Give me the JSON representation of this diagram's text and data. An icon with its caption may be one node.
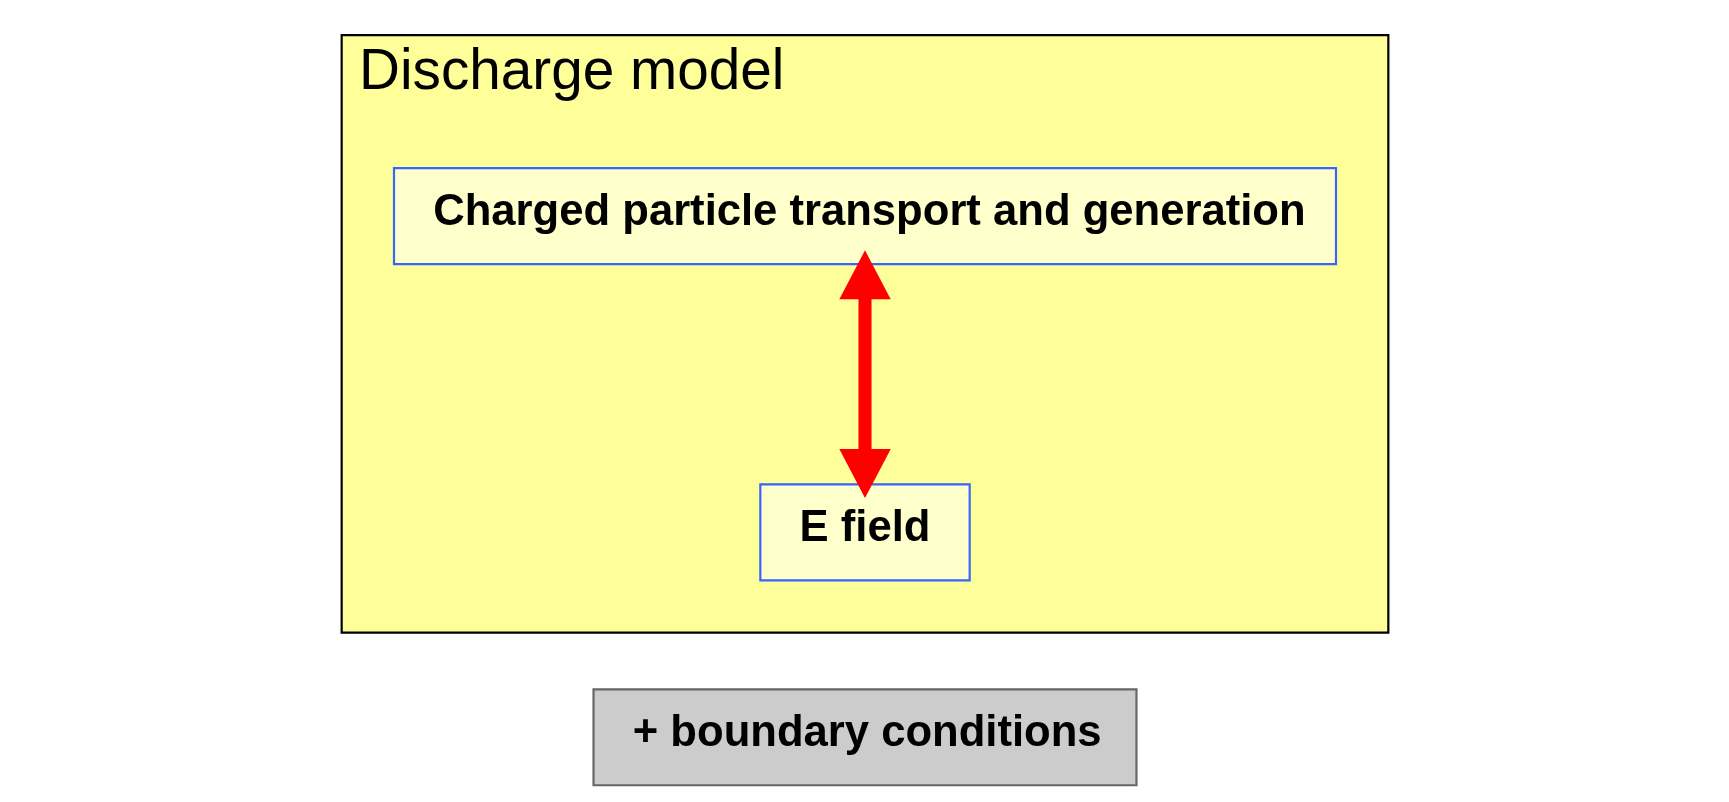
{
  "diagram": {
    "nodes": [
      {
        "text": [
          "Discharge model"
        ]
      },
      {
        "text": [
          "Charged particle transport and generation"
        ],
        "in": 0
      },
      {
        "text": [
          "E field"
        ],
        "in": 0
      },
      {
        "text": [
          "+ boundary conditions"
        ]
      }
    ],
    "edges": [
      {
        "from": 1,
        "to": 2,
        "arrow": "both",
        "color": "#ff0000"
      }
    ]
  }
}
